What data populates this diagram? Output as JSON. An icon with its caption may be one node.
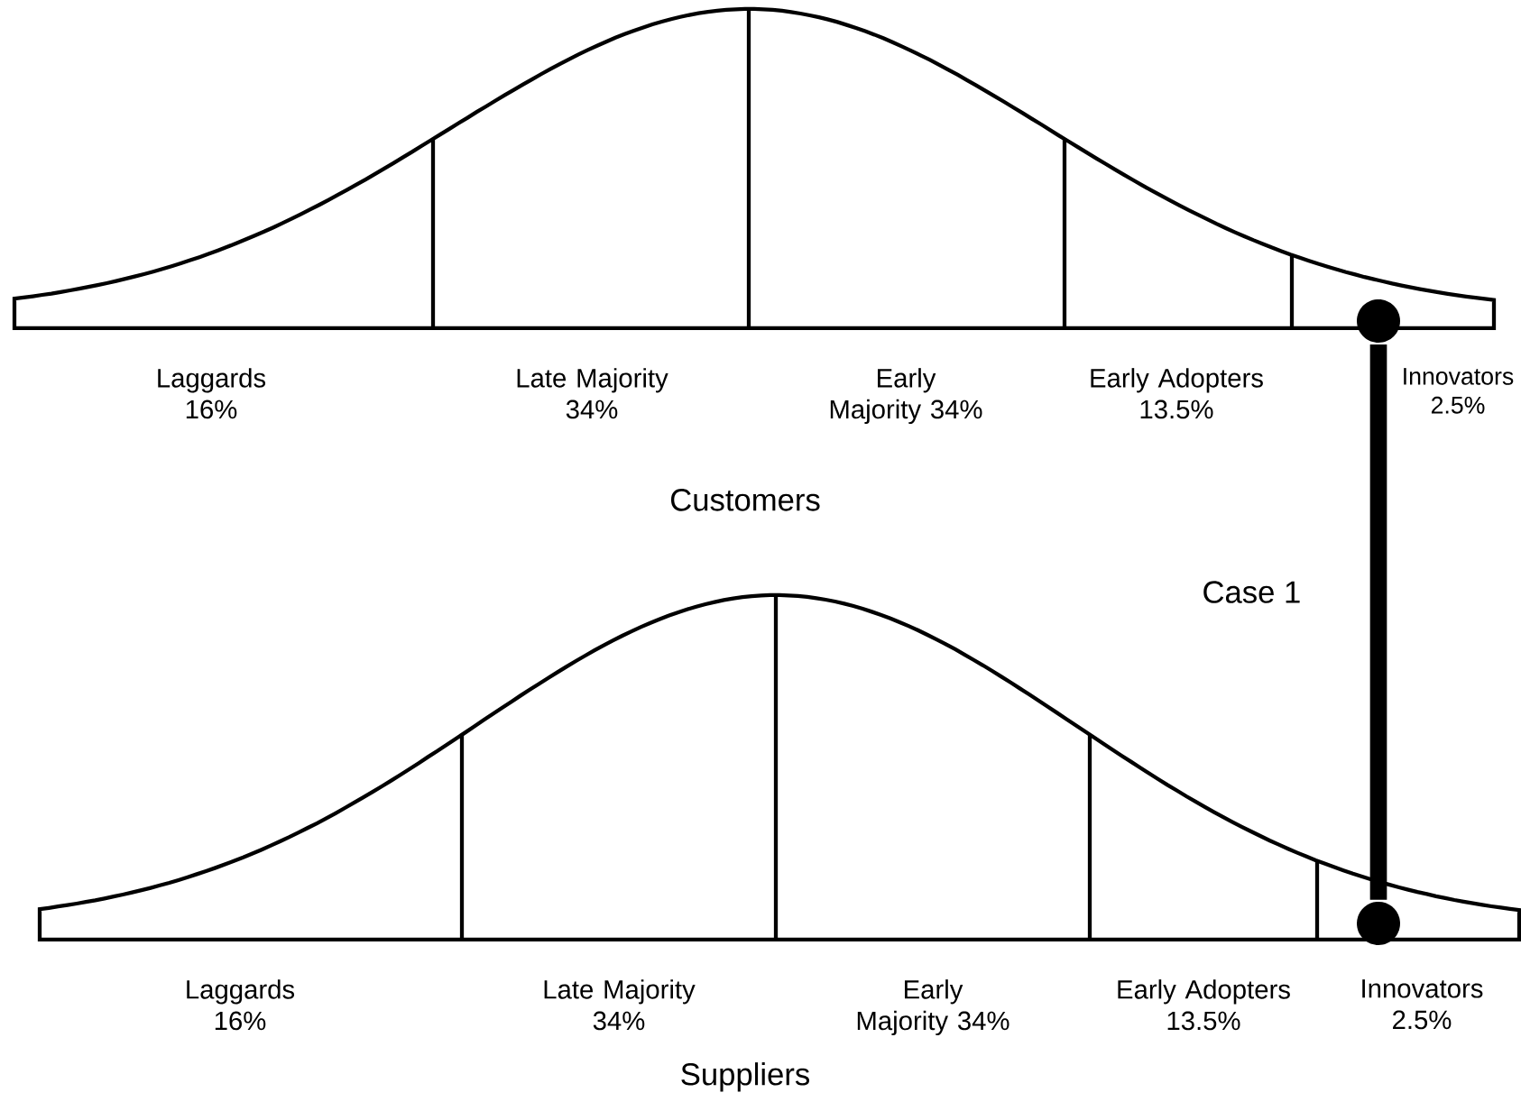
{
  "diagram": {
    "nodes": [
      {
        "text": [],
        "shape": "circle"
      },
      {
        "text": [],
        "shape": "circle"
      }
    ],
    "edges": [
      {
        "from": 0,
        "to": 1,
        "arrow": "none",
        "label": "Case 1"
      }
    ],
    "labels": [
      "Laggards 16%",
      "Late Majority 34%",
      "Early Majority 34%",
      "Early Adopters 13.5%",
      "Innovators 2.5%",
      "Customers",
      "Laggards 16%",
      "Late Majority 34%",
      "Early Majority 34%",
      "Early Adopters 13.5%",
      "Innovators 2.5%",
      "Suppliers"
    ]
  }
}
